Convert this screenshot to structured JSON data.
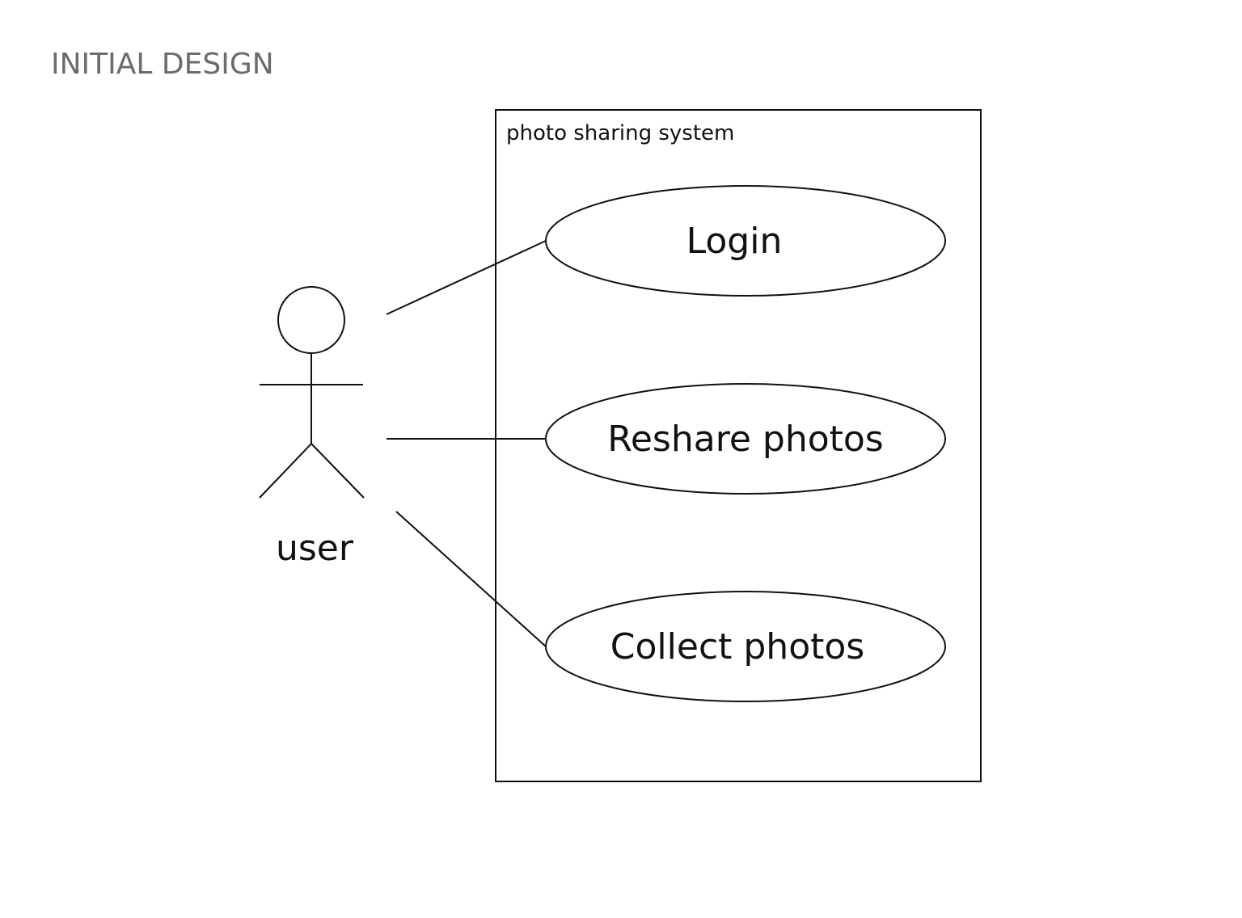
{
  "page": {
    "title": "INITIAL DESIGN"
  },
  "diagram": {
    "system": {
      "label": "photo sharing system"
    },
    "actor": {
      "label": "user"
    },
    "use_cases": [
      {
        "label": "Login"
      },
      {
        "label": "Reshare photos"
      },
      {
        "label": "Collect photos"
      }
    ]
  },
  "colors": {
    "line": "#111111",
    "title": "#6b6b6b",
    "background": "#ffffff"
  }
}
